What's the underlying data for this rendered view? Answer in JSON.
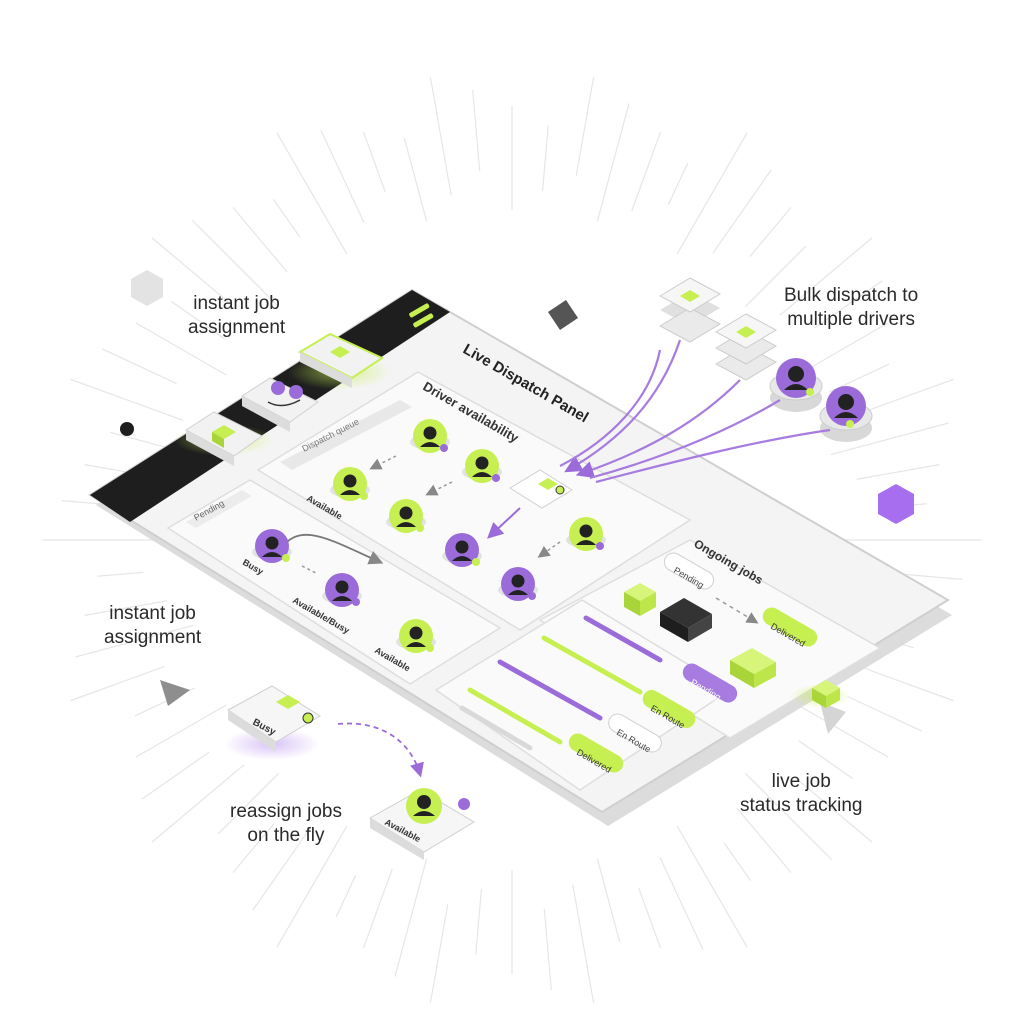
{
  "captions": {
    "instant_top": [
      "instant job",
      "assignment"
    ],
    "bulk": [
      "Bulk dispatch to",
      "multiple drivers"
    ],
    "instant_left": [
      "instant job",
      "assignment"
    ],
    "reassign": [
      "reassign jobs",
      "on the fly"
    ],
    "tracking": [
      "live job",
      "status tracking"
    ]
  },
  "panel": {
    "title": "Live Dispatch Panel",
    "driver_section_title": "Driver availability",
    "search_placeholder": "Dispatch queue",
    "left_card_tab": "Pending",
    "ongoing_title": "Ongoing jobs"
  },
  "driver_status": {
    "available": "Available",
    "busy": "Busy",
    "available_busy": "Available/Busy"
  },
  "ongoing_labels": {
    "pending": "Pending",
    "delivered_top": "Delivered",
    "pending_badge": "Pending",
    "en_route": "En Route",
    "en_route_2": "En Route",
    "delivered": "Delivered"
  },
  "floating": {
    "busy_card": "Busy",
    "available_card": "Available"
  },
  "colors": {
    "purple": "#9b6bd9",
    "lime": "#c6ef52",
    "dark": "#1e1e1e",
    "panel": "#f4f4f4"
  }
}
